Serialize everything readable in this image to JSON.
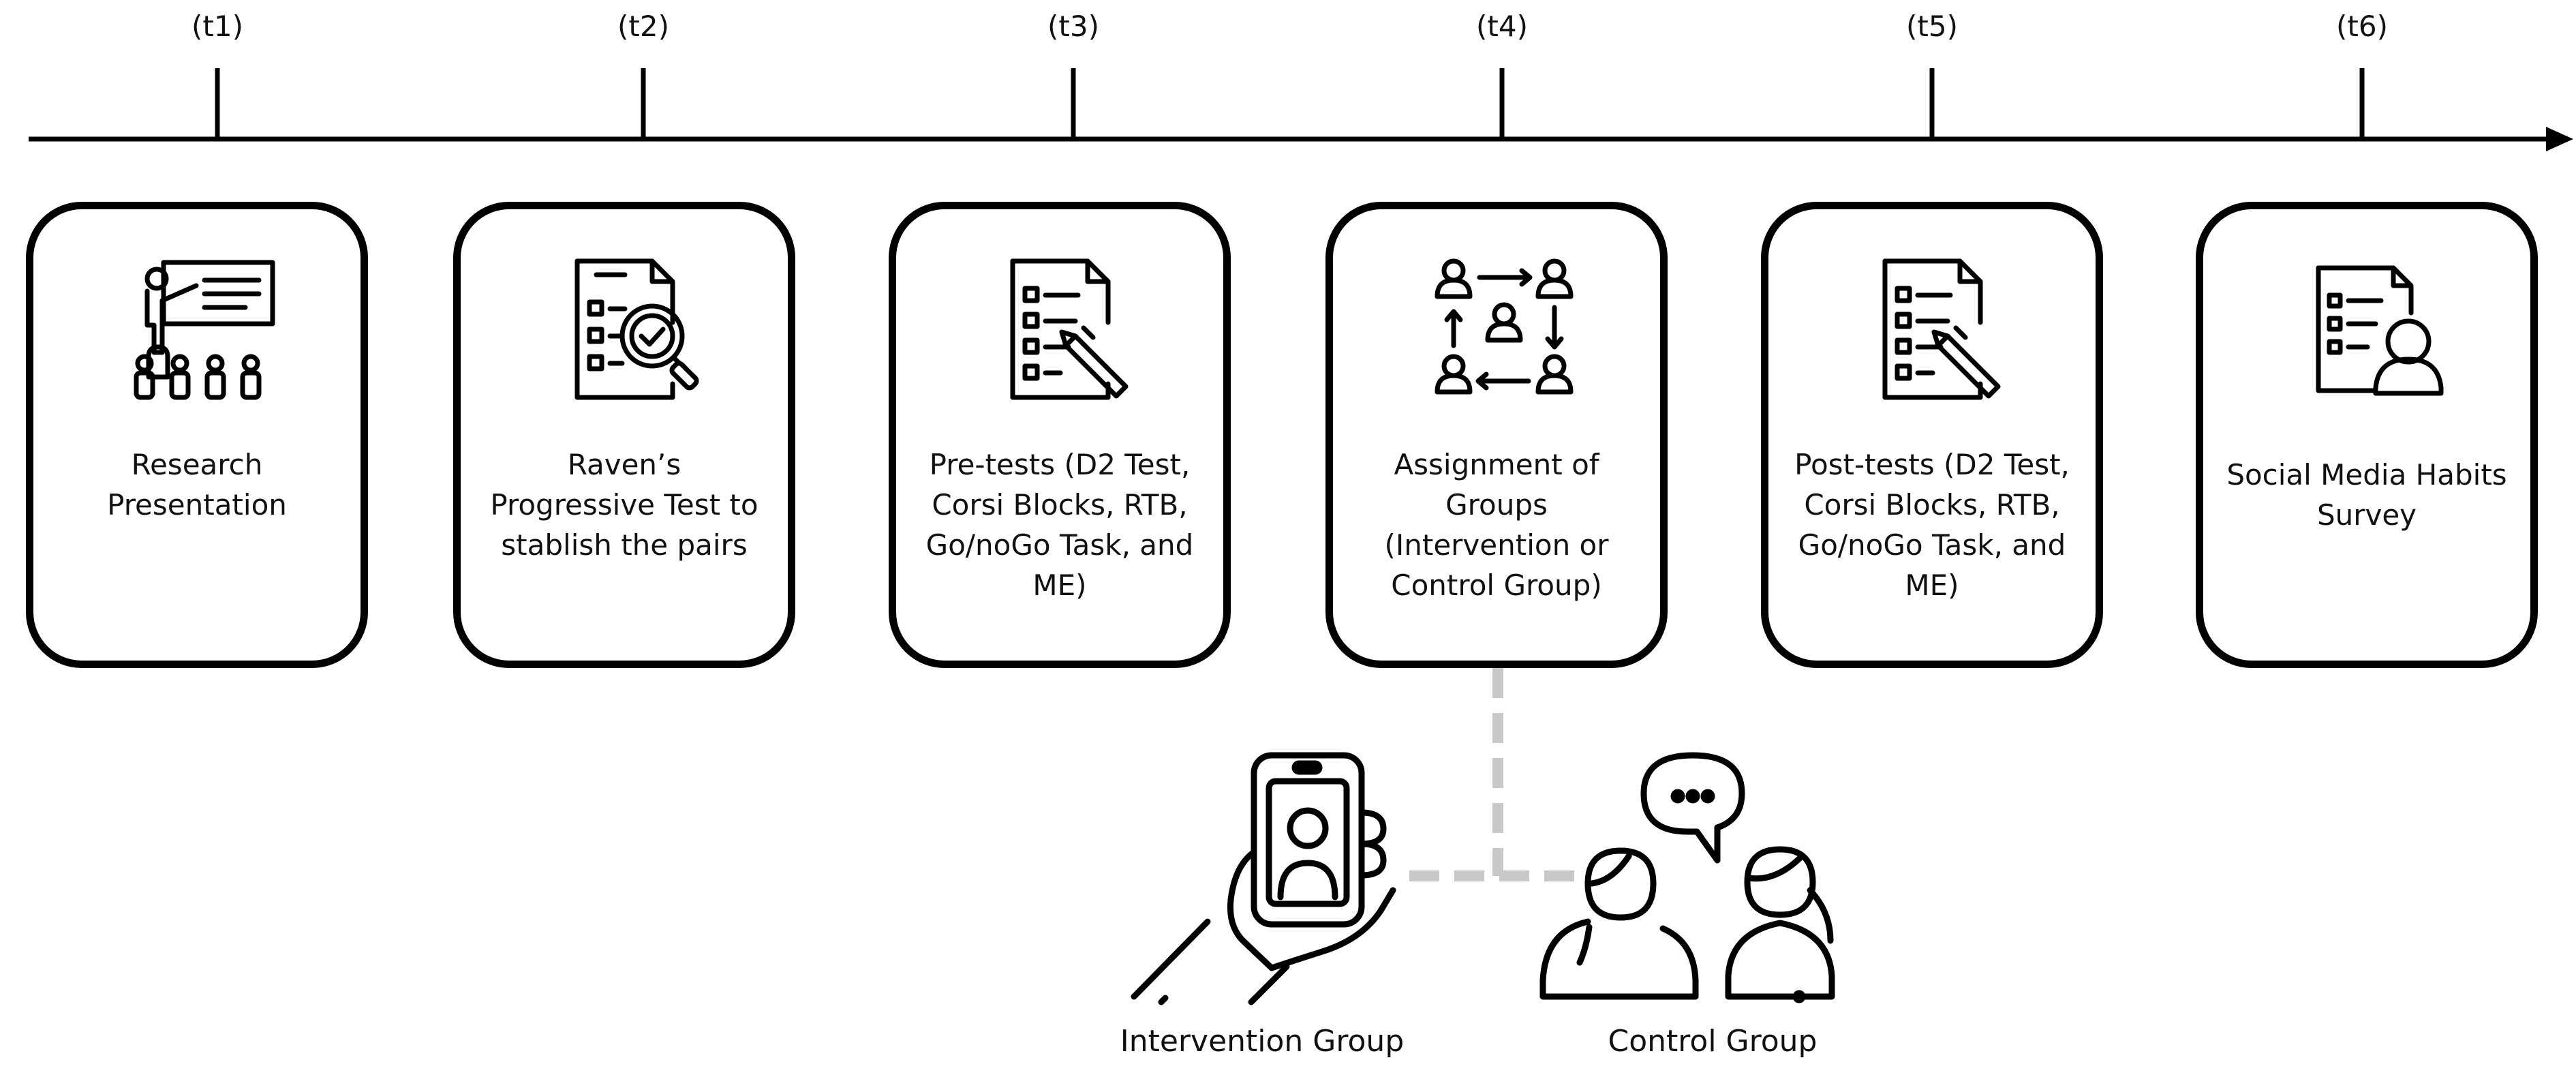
{
  "timeline": {
    "labels": [
      "(t1)",
      "(t2)",
      "(t3)",
      "(t4)",
      "(t5)",
      "(t6)"
    ]
  },
  "steps": [
    {
      "text": "Research\nPresentation",
      "icon": "presentation-icon"
    },
    {
      "text": "Raven’s\nProgressive Test to\nstablish the pairs",
      "icon": "document-search-check-icon"
    },
    {
      "text": "Pre-tests (D2 Test,\nCorsi Blocks, RTB,\nGo/noGo Task, and\nME)",
      "icon": "document-pencil-icon"
    },
    {
      "text": "Assignment of\nGroups\n(Intervention or\nControl Group)",
      "icon": "group-assignment-icon"
    },
    {
      "text": "Post-tests (D2 Test,\nCorsi Blocks, RTB,\nGo/noGo Task, and\nME)",
      "icon": "document-pencil-icon"
    },
    {
      "text": "Social Media Habits\nSurvey",
      "icon": "survey-person-icon"
    }
  ],
  "groups": {
    "intervention": {
      "label": "Intervention Group",
      "icon": "hand-phone-video-icon"
    },
    "control": {
      "label": "Control Group",
      "icon": "two-people-chat-icon"
    }
  },
  "colors": {
    "line": "#000000",
    "dashed_connector": "#c8c8c8"
  }
}
